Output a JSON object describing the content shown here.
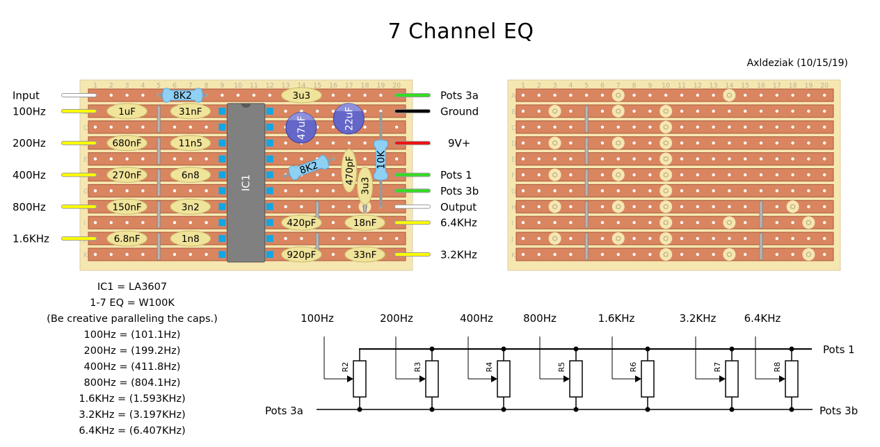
{
  "title": "7 Channel EQ",
  "author": "Axldeziak (10/15/19)",
  "board": {
    "columns": [
      "1",
      "2",
      "3",
      "4",
      "5",
      "6",
      "7",
      "8",
      "9",
      "10",
      "11",
      "12",
      "13",
      "14",
      "15",
      "16",
      "17",
      "18",
      "19",
      "20"
    ],
    "rows": [
      "A",
      "B",
      "C",
      "D",
      "E",
      "F",
      "G",
      "H",
      "I",
      "J",
      "K"
    ],
    "colors": {
      "board": "#f6e6b0",
      "strip": "#d98560",
      "strip_edge": "#a9583a",
      "hole": "#ffffff",
      "cap_film": "#f0e39a",
      "resistor": "#8fd0f5",
      "electrolytic": "#6466c8",
      "ic": "#808080",
      "ic_pin": "#12a6e4",
      "link": "#b8b8b8"
    }
  },
  "left_labels": [
    {
      "text": "Input",
      "row": "A",
      "wire": "#ffffff"
    },
    {
      "text": "100Hz",
      "row": "B",
      "wire": "#ffff00"
    },
    {
      "text": "200Hz",
      "row": "D",
      "wire": "#ffff00"
    },
    {
      "text": "400Hz",
      "row": "F",
      "wire": "#ffff00"
    },
    {
      "text": "800Hz",
      "row": "H",
      "wire": "#ffff00"
    },
    {
      "text": "1.6KHz",
      "row": "J",
      "wire": "#ffff00"
    }
  ],
  "right_labels": [
    {
      "text": "Pots 3a",
      "row": "A",
      "wire": "#33dd22"
    },
    {
      "text": "Ground",
      "row": "B",
      "wire": "#000000"
    },
    {
      "text": "9V+",
      "row": "D",
      "wire": "#ee1111"
    },
    {
      "text": "Pots 1",
      "row": "F",
      "wire": "#33dd22"
    },
    {
      "text": "Pots 3b",
      "row": "G",
      "wire": "#33dd22"
    },
    {
      "text": "Output",
      "row": "H",
      "wire": "#ffffff"
    },
    {
      "text": "6.4KHz",
      "row": "I",
      "wire": "#ffff00"
    },
    {
      "text": "3.2KHz",
      "row": "K",
      "wire": "#ffff00"
    }
  ],
  "components": {
    "film_caps": [
      {
        "label": "1uF",
        "row": "B",
        "from": 2,
        "to": 4
      },
      {
        "label": "31nF",
        "row": "B",
        "from": 6,
        "to": 8
      },
      {
        "label": "680nF",
        "row": "D",
        "from": 2,
        "to": 4
      },
      {
        "label": "11n5",
        "row": "D",
        "from": 6,
        "to": 8
      },
      {
        "label": "270nF",
        "row": "F",
        "from": 2,
        "to": 4
      },
      {
        "label": "6n8",
        "row": "F",
        "from": 6,
        "to": 8
      },
      {
        "label": "150nF",
        "row": "H",
        "from": 2,
        "to": 4
      },
      {
        "label": "3n2",
        "row": "H",
        "from": 6,
        "to": 8
      },
      {
        "label": "6.8nF",
        "row": "J",
        "from": 2,
        "to": 4
      },
      {
        "label": "1n8",
        "row": "J",
        "from": 6,
        "to": 8
      },
      {
        "label": "3u3",
        "row": "A",
        "from": 13,
        "to": 15
      },
      {
        "label": "420pF",
        "row": "I",
        "from": 13,
        "to": 15
      },
      {
        "label": "18nF",
        "row": "I",
        "from": 17,
        "to": 19
      },
      {
        "label": "920pF",
        "row": "K",
        "from": 13,
        "to": 15
      },
      {
        "label": "33nF",
        "row": "K",
        "from": 17,
        "to": 19
      }
    ],
    "vertical_caps": [
      {
        "label": "470pF",
        "col": 17,
        "from": "E",
        "to": "G"
      },
      {
        "label": "3u3",
        "col": 18,
        "from": "F",
        "to": "H"
      }
    ],
    "resistors": [
      {
        "label": "8K2",
        "orientation": "horizontal"
      },
      {
        "label": "8K2",
        "orientation": "diagonal"
      },
      {
        "label": "10K",
        "orientation": "vertical"
      }
    ],
    "electrolytics": [
      {
        "label": "47uF"
      },
      {
        "label": "22uF"
      }
    ],
    "ic": {
      "label": "IC1"
    }
  },
  "cuts": {
    "rings": [
      {
        "row": "A",
        "col": 7
      },
      {
        "row": "A",
        "col": 14
      },
      {
        "row": "B",
        "col": 3
      },
      {
        "row": "B",
        "col": 7
      },
      {
        "row": "B",
        "col": 10
      },
      {
        "row": "C",
        "col": 10
      },
      {
        "row": "D",
        "col": 3
      },
      {
        "row": "D",
        "col": 7
      },
      {
        "row": "D",
        "col": 10
      },
      {
        "row": "E",
        "col": 10
      },
      {
        "row": "F",
        "col": 3
      },
      {
        "row": "F",
        "col": 7
      },
      {
        "row": "F",
        "col": 10
      },
      {
        "row": "G",
        "col": 10
      },
      {
        "row": "H",
        "col": 3
      },
      {
        "row": "H",
        "col": 7
      },
      {
        "row": "H",
        "col": 10
      },
      {
        "row": "H",
        "col": 18
      },
      {
        "row": "I",
        "col": 10
      },
      {
        "row": "I",
        "col": 14
      },
      {
        "row": "I",
        "col": 19
      },
      {
        "row": "J",
        "col": 3
      },
      {
        "row": "J",
        "col": 7
      },
      {
        "row": "J",
        "col": 10
      },
      {
        "row": "K",
        "col": 10
      },
      {
        "row": "K",
        "col": 14
      },
      {
        "row": "K",
        "col": 19
      }
    ]
  },
  "notes": [
    "IC1 = LA3607",
    "1-7 EQ = W100K",
    "(Be creative paralleling the caps.)",
    "100Hz = (101.1Hz)",
    "200Hz = (199.2Hz)",
    "400Hz = (411.8Hz)",
    "800Hz = (804.1Hz)",
    "1.6KHz = (1.593KHz)",
    "3.2KHz = (3.197KHz)",
    "6.4KHz = (6.407KHz)"
  ],
  "schematic": {
    "rail_top_label": "Pots 1",
    "rail_bottom_left_label": "Pots 3a",
    "rail_bottom_right_label": "Pots 3b",
    "pots": [
      {
        "name": "R2",
        "input": "100Hz"
      },
      {
        "name": "R3",
        "input": "200Hz"
      },
      {
        "name": "R4",
        "input": "400Hz"
      },
      {
        "name": "R5",
        "input": "800Hz"
      },
      {
        "name": "R6",
        "input": "1.6KHz"
      },
      {
        "name": "R7",
        "input": "3.2KHz"
      },
      {
        "name": "R8",
        "input": "6.4KHz"
      }
    ]
  }
}
